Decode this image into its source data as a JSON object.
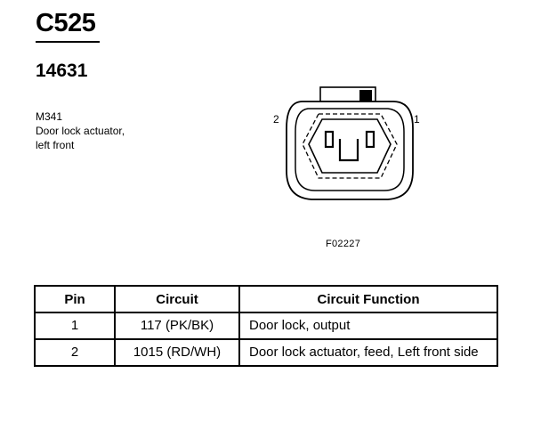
{
  "header": {
    "connector_id": "C525",
    "part_number": "14631",
    "component_code": "M341",
    "description_line1": "Door lock actuator,",
    "description_line2": "left front"
  },
  "diagram": {
    "pin_label_left": "2",
    "pin_label_right": "1",
    "figure_code": "F02227"
  },
  "table": {
    "headers": [
      "Pin",
      "Circuit",
      "Circuit Function"
    ],
    "rows": [
      {
        "pin": "1",
        "circuit": "117 (PK/BK)",
        "function": "Door lock, output"
      },
      {
        "pin": "2",
        "circuit": "1015 (RD/WH)",
        "function": "Door lock actuator, feed, Left front side"
      }
    ]
  }
}
